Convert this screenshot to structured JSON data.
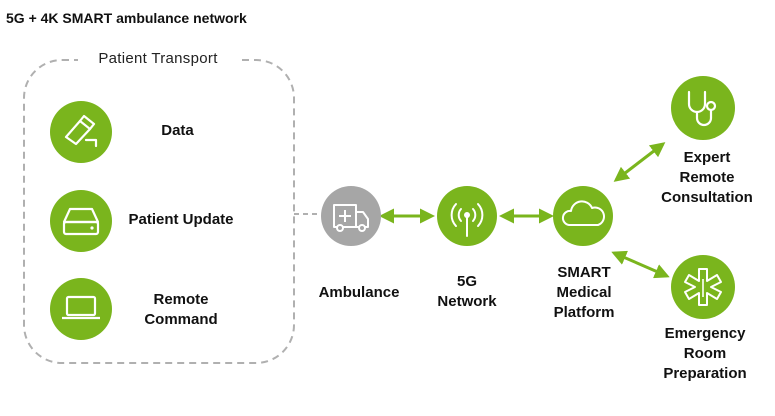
{
  "title": "5G + 4K SMART ambulance network",
  "group_label": "Patient Transport",
  "transport_items": [
    {
      "label": "Data",
      "icon": "pen-icon"
    },
    {
      "label": "Patient Update",
      "icon": "drive-icon"
    },
    {
      "label": "Remote Command",
      "icon": "laptop-icon"
    }
  ],
  "chain": {
    "ambulance": {
      "label": "Ambulance",
      "icon": "ambulance-icon"
    },
    "network": {
      "line1": "5G",
      "line2": "Network",
      "icon": "antenna-icon"
    },
    "platform": {
      "line1": "SMART",
      "line2": "Medical",
      "line3": "Platform",
      "icon": "cloud-icon"
    }
  },
  "outcomes": {
    "expert": {
      "line1": "Expert",
      "line2": "Remote",
      "line3": "Consultation",
      "icon": "stethoscope-icon"
    },
    "er": {
      "line1": "Emergency",
      "line2": "Room",
      "line3": "Preparation",
      "icon": "medical-star-icon"
    }
  },
  "colors": {
    "accent": "#7ab51d",
    "gray": "#a6a6a6",
    "dashed": "#b0b0b0"
  }
}
